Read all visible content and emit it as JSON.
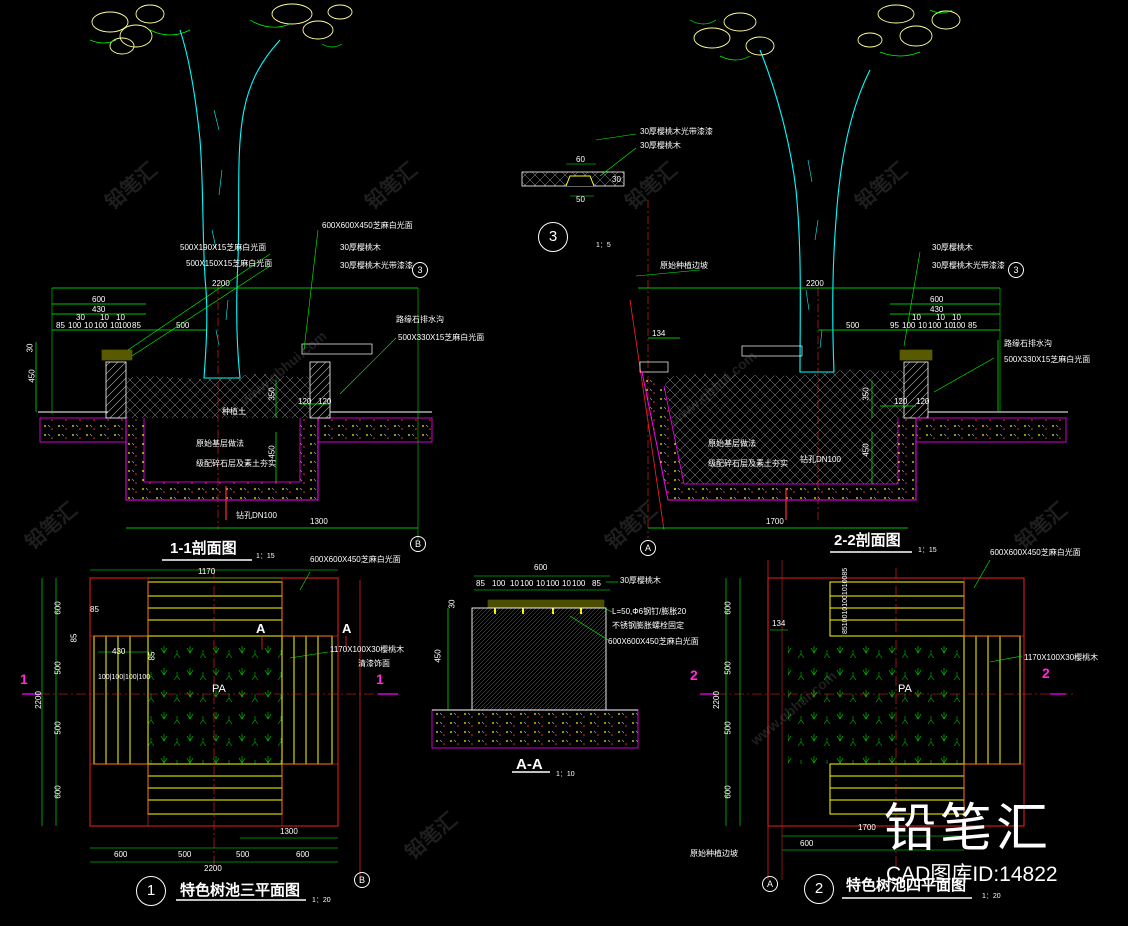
{
  "section_1_1": {
    "title": "1-1剖面图",
    "scale": "1：15",
    "annotations": {
      "paving_a": "500X190X15芝麻白光面",
      "paving_b": "500X150X15芝麻白光面",
      "paving_c": "600X600X450芝麻白光面",
      "timber": "30厚樱桃木",
      "finish": "30厚樱桃木光带漆漆",
      "paving_d": "500X330X15芝麻白光面",
      "edge": "路缘石排水沟",
      "soil": "种植土",
      "gravel": "原始基层做法",
      "base": "级配碎石层及素土夯实",
      "drain": "钻孔DN100"
    },
    "dims": {
      "top_total": "2200",
      "w600": "600",
      "w430": "430",
      "row": [
        "85",
        "100",
        "10",
        "100",
        "10",
        "100",
        "85"
      ],
      "row_top": [
        "30",
        "10",
        "10"
      ],
      "w500": "500",
      "h450": "450",
      "h350": "350",
      "h450b": "450",
      "w120": "120",
      "w120b": "120",
      "w1300": "1300",
      "h30": "30"
    },
    "callout": "3",
    "axis": "B"
  },
  "section_2_2": {
    "title": "2-2剖面图",
    "scale": "1：15",
    "annotations": {
      "slope": "原始种植边坡",
      "timber": "30厚樱桃木",
      "finish": "30厚樱桃木光带漆漆",
      "paving": "500X330X15芝麻白光面",
      "edge": "路缘石排水沟",
      "gravel": "原始基层做法",
      "base": "级配碎石层及素土夯实",
      "drain": "钻孔DN100"
    },
    "dims": {
      "top_total": "2200",
      "w600": "600",
      "w430": "430",
      "row": [
        "95",
        "100",
        "10",
        "100",
        "10",
        "100",
        "85"
      ],
      "row_top": [
        "10",
        "10",
        "10"
      ],
      "w500": "500",
      "w134": "134",
      "h350": "350",
      "h450": "450",
      "w120": "120",
      "w120b": "120",
      "w1700": "1700"
    },
    "callout": "3",
    "axis": "A"
  },
  "detail_3": {
    "number": "3",
    "scale": "1：5",
    "annotations": {
      "finish": "30厚樱桃木光带漆漆",
      "timber": "30厚樱桃木"
    },
    "dims": {
      "top": "60",
      "bottom": "50",
      "side": "30"
    }
  },
  "section_a_a": {
    "title": "A-A",
    "scale": "1：10",
    "annotations": {
      "timber": "30厚樱桃木",
      "bolt": "L=50,Φ6钢钉/膨胀20",
      "fix": "不锈钢膨胀螺栓固定",
      "paving": "600X600X450芝麻白光面"
    },
    "dims": {
      "w600": "600",
      "row": [
        "85",
        "100",
        "10",
        "100",
        "10",
        "100",
        "10",
        "100",
        "85"
      ],
      "h450": "450",
      "h30": "30"
    }
  },
  "plan_1": {
    "number": "1",
    "title": "特色树池三平面图",
    "scale": "1：20",
    "annotations": {
      "paving": "600X600X450芝麻白光面",
      "board": "1170X100X30樱桃木",
      "board2": "清漆饰面",
      "pa": "PA"
    },
    "dims": {
      "w1170": "1170",
      "h600a": "600",
      "h500a": "500",
      "h500b": "500",
      "h600b": "600",
      "h2200": "2200",
      "w85": "85",
      "w85b": "85",
      "w430": "430",
      "row": "100|100|100|100",
      "w85c": "85",
      "w1300": "1300",
      "bottom": [
        "600",
        "500",
        "500",
        "600"
      ],
      "bottom_total": "2200"
    },
    "marks": {
      "a": "A",
      "b": "B",
      "sec": "1"
    }
  },
  "plan_2": {
    "number": "2",
    "title": "特色树池四平面图",
    "scale": "1：20",
    "annotations": {
      "paving": "600X600X450芝麻白光面",
      "board": "1170X100X30樱桃木",
      "slope": "原始种植边坡",
      "pa": "PA"
    },
    "dims": {
      "stack": "85100101001010085",
      "w134": "134",
      "h600a": "600",
      "h500a": "500",
      "h500b": "500",
      "h600b": "600",
      "h2200": "2200",
      "w1700": "1700",
      "w600": "600"
    },
    "marks": {
      "a": "A",
      "sec": "2"
    }
  },
  "branding": {
    "logo": "铅笔汇",
    "id": "CAD图库ID:14822",
    "watermark": "铅笔汇",
    "watermark_url": "www.qbhui.com"
  },
  "colors": {
    "background": "#000000",
    "yellow": "#ffff00",
    "green": "#00ff00",
    "red": "#ff2020",
    "magenta": "#ff00ff",
    "cyan": "#00e5ff",
    "white": "#ffffff"
  }
}
